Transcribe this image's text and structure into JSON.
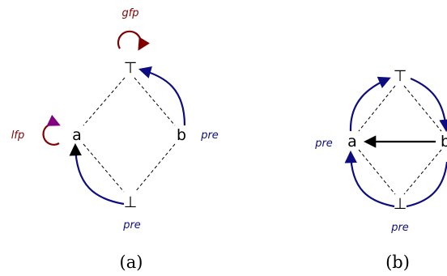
{
  "colors": {
    "pre": "#0d0d80",
    "fixpoint": "#800000",
    "arrowhead_purple": "#800080",
    "solid": "#000000"
  },
  "diagrams": [
    {
      "caption": "(a)",
      "nodes": {
        "top": "⊤",
        "bottom": "⊥",
        "left": "a",
        "right": "b"
      },
      "edge_labels": {
        "gfp": "gfp",
        "lfp": "lfp",
        "pre_right": "pre",
        "pre_bottom": "pre"
      }
    },
    {
      "caption": "(b)",
      "nodes": {
        "top": "⊤",
        "bottom": "⊥",
        "left": "a",
        "right": "b"
      },
      "edge_labels": {
        "pre_left": "pre",
        "pre_bottom": "pre"
      }
    }
  ]
}
